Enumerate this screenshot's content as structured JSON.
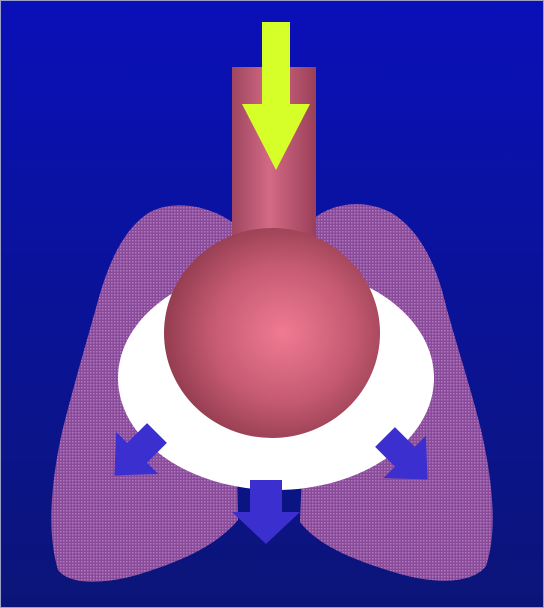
{
  "diagram": {
    "labels": [],
    "colors": {
      "background_top": "#0a10b8",
      "background_bottom": "#0b1578",
      "lung": "#8a4a9a",
      "lung_dot": "#b07abf",
      "pleural_space": "#ffffff",
      "airway": "#c05a78",
      "alveolus_highlight": "#f07a92",
      "alveolus_shadow": "#8a3648",
      "inflow_arrow": "#d6ff2a",
      "expansion_arrow": "#3b2fd0"
    },
    "elements": {
      "inflow_arrow": {
        "icon": "down-arrow",
        "meaning": "air flowing in"
      },
      "expansion_arrows": {
        "icon": "outward-arrows",
        "count": 3
      }
    }
  }
}
